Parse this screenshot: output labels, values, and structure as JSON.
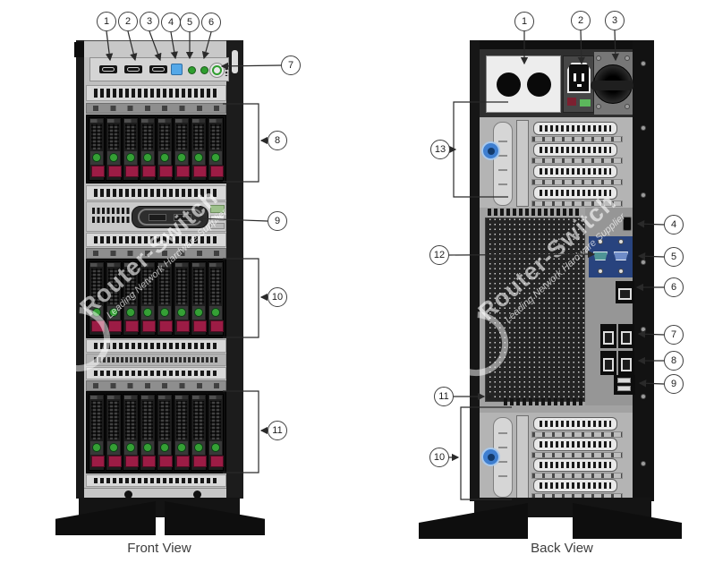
{
  "front_view": {
    "caption": "Front View",
    "callouts": [
      "1",
      "2",
      "3",
      "4",
      "5",
      "6",
      "7",
      "8",
      "9",
      "10",
      "11"
    ],
    "drive_trays_per_cage": 8,
    "drive_cages": 3
  },
  "back_view": {
    "caption": "Back View",
    "callouts": [
      "1",
      "2",
      "3",
      "4",
      "5",
      "6",
      "7",
      "8",
      "9",
      "10",
      "11",
      "12",
      "13"
    ],
    "pcie_slots_per_riser": 4,
    "psu_blank_holes": 2
  },
  "watermark": {
    "brand": "Router-Switch",
    "tagline": "Leading Network Hardware Supplier"
  },
  "colors": {
    "drive_green": "#35a035",
    "drive_red": "#9c1c45",
    "front_button_blue": "#54a8e8",
    "power_green": "#2f9e2f",
    "thumbscrew_blue": "#3f7fd0",
    "serial_teal": "#4f9596",
    "vga_blue": "#6f8cc8",
    "io_plate_blue": "#28437e"
  }
}
